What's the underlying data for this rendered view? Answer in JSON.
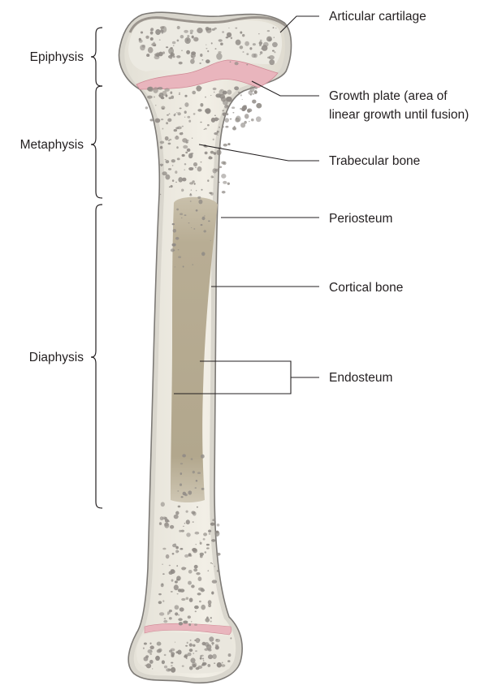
{
  "diagram": {
    "regions": {
      "epiphysis": "Epiphysis",
      "metaphysis": "Metaphysis",
      "diaphysis": "Diaphysis"
    },
    "labels": {
      "articular_cartilage": "Articular cartilage",
      "growth_plate_line1": "Growth plate (area of",
      "growth_plate_line2": "linear growth until fusion)",
      "trabecular_bone": "Trabecular bone",
      "periosteum": "Periosteum",
      "cortical_bone": "Cortical bone",
      "endosteum": "Endosteum"
    },
    "colors": {
      "bone": "#edeadf",
      "bone_outline": "#7d7a76",
      "cartilage": "#e9b5bd",
      "marrow_cavity": "#b6aa90",
      "pores": "#8f8a85",
      "periosteum": "#d9d6cd"
    }
  }
}
